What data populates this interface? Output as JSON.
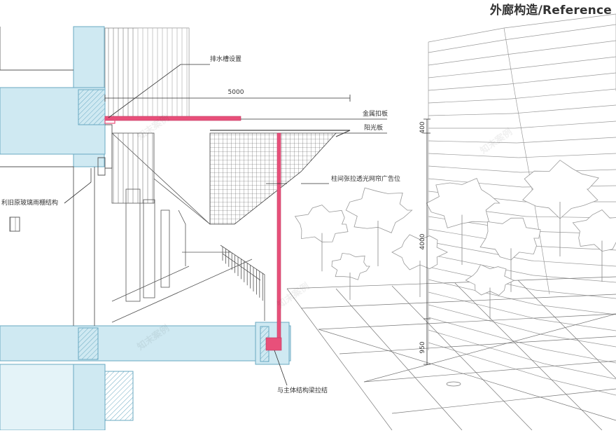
{
  "title": "外廊构造/Reference",
  "annotations": {
    "drain": "排水槽设置",
    "metal_cap": "金属扣板",
    "sunlight_panel": "阳光板",
    "mesh_ad": "柱间张拉透光网帘广告位",
    "glass_canopy": "利旧原玻璃雨棚结构",
    "beam_tie": "与主体结构梁拉结"
  },
  "dimensions": {
    "span": "5000",
    "d1": "400",
    "d2": "4000",
    "d3": "950"
  },
  "watermark": "知末案例",
  "colors": {
    "structure_fill": "#cfe9f2",
    "structure_stroke": "#6aa9c2",
    "highlight": "#e8507a",
    "line": "#333333"
  }
}
